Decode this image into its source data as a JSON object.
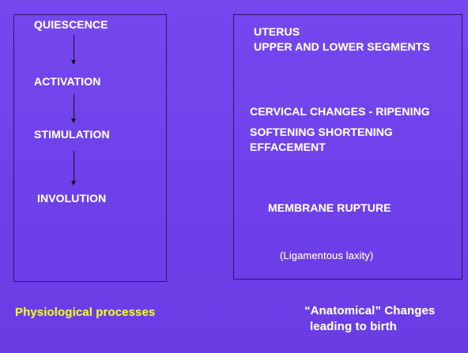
{
  "physiological": {
    "stages": [
      "QUIESCENCE",
      "ACTIVATION",
      "STIMULATION",
      "INVOLUTION"
    ],
    "caption": "Physiological processes"
  },
  "anatomical": {
    "uterus_line1": "UTERUS",
    "uterus_line2": "UPPER AND LOWER SEGMENTS",
    "cervical_line1": "CERVICAL CHANGES -  RIPENING",
    "cervical_line2": "SOFTENING SHORTENING",
    "cervical_line3": "EFFACEMENT",
    "membrane": "MEMBRANE RUPTURE",
    "ligament": "(Ligamentous laxity)",
    "caption_line1": "“Anatomical” Changes",
    "caption_line2": "leading to birth"
  },
  "colors": {
    "background": "#6e40ea",
    "text": "#ffffff",
    "caption_highlight": "#eaff2a",
    "box_border": "#2c1470"
  }
}
